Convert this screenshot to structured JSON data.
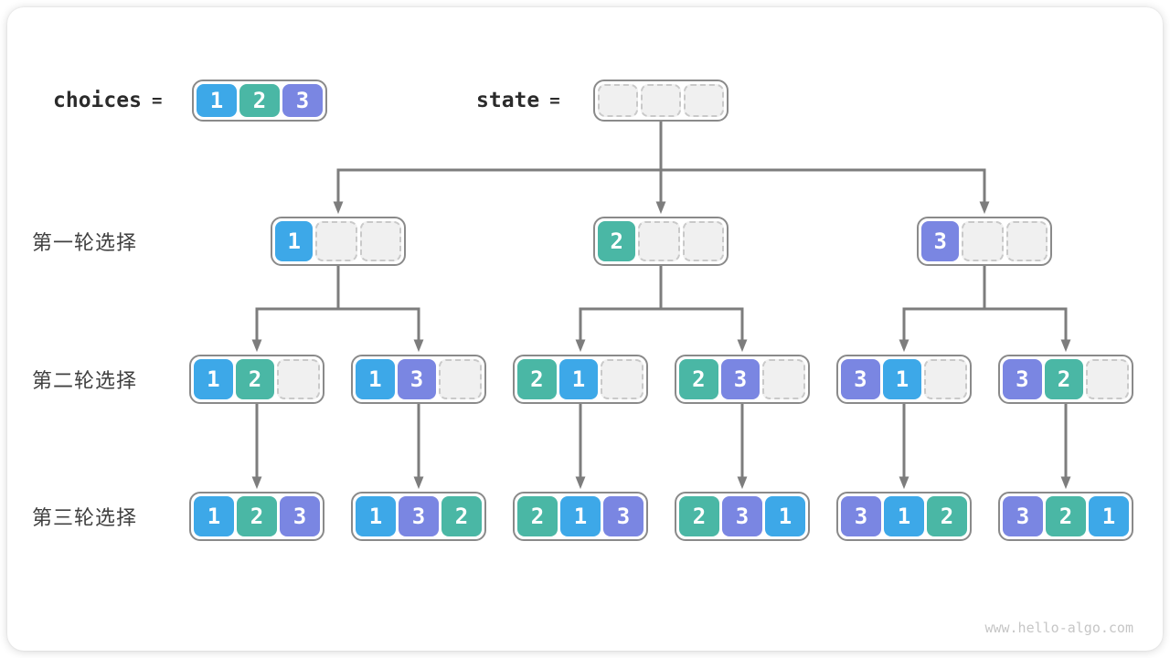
{
  "colors": {
    "1": "#3da8e8",
    "2": "#4ab7a5",
    "3": "#7a86e2",
    "arrow": "#7d7d7d",
    "empty_fill": "#f0f0f0",
    "empty_border": "#c9c9c9"
  },
  "header": {
    "choices_label": "choices",
    "state_label": "state",
    "equals": "=",
    "choices_cells": [
      1,
      2,
      3
    ],
    "state_cells": [
      null,
      null,
      null
    ]
  },
  "rows": [
    {
      "label": "第一轮选择",
      "boxes": [
        [
          1,
          null,
          null
        ],
        [
          2,
          null,
          null
        ],
        [
          3,
          null,
          null
        ]
      ]
    },
    {
      "label": "第二轮选择",
      "boxes": [
        [
          1,
          2,
          null
        ],
        [
          1,
          3,
          null
        ],
        [
          2,
          1,
          null
        ],
        [
          2,
          3,
          null
        ],
        [
          3,
          1,
          null
        ],
        [
          3,
          2,
          null
        ]
      ]
    },
    {
      "label": "第三轮选择",
      "boxes": [
        [
          1,
          2,
          3
        ],
        [
          1,
          3,
          2
        ],
        [
          2,
          1,
          3
        ],
        [
          2,
          3,
          1
        ],
        [
          3,
          1,
          2
        ],
        [
          3,
          2,
          1
        ]
      ]
    }
  ],
  "footer": {
    "watermark": "www.hello-algo.com"
  }
}
